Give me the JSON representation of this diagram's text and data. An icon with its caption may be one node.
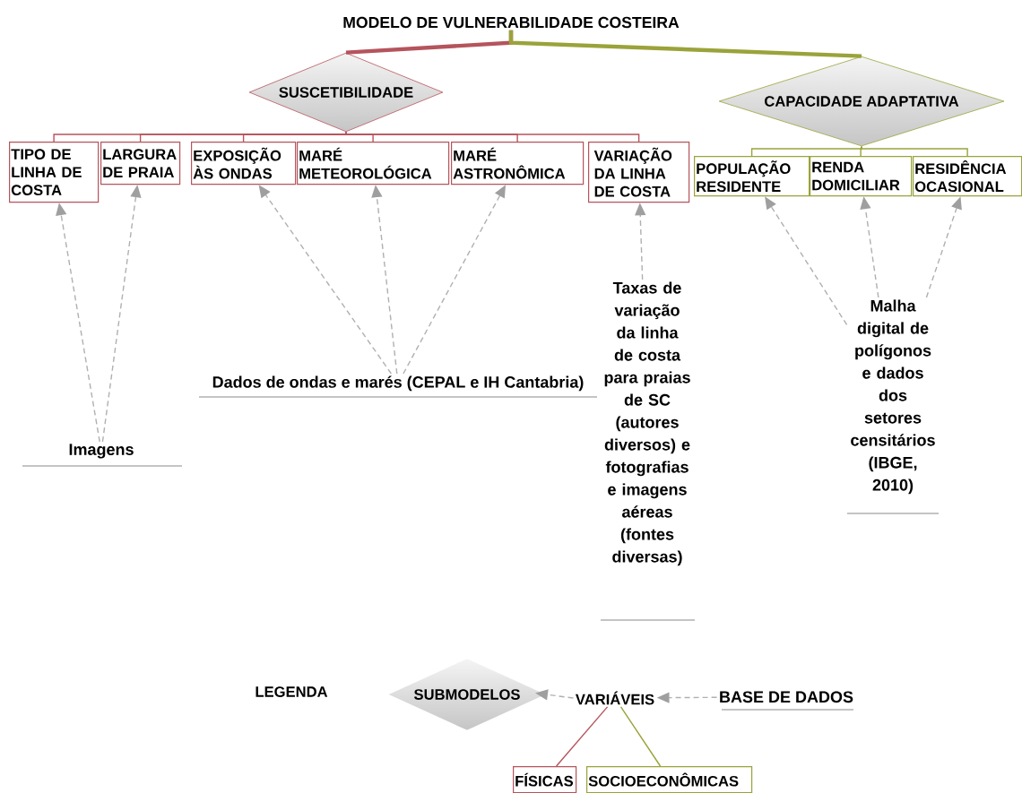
{
  "diagram": {
    "nodes": [
      {
        "text": [
          "MODELO DE VULNERABILIDADE COSTEIRA"
        ]
      },
      {
        "text": [
          "SUSCETIBILIDADE"
        ]
      },
      {
        "text": [
          "CAPACIDADE ADAPTATIVA"
        ]
      },
      {
        "text": [
          "TIPO DE LINHA DE COSTA"
        ]
      },
      {
        "text": [
          "LARGURA DE PRAIA"
        ]
      },
      {
        "text": [
          "EXPOSIÇÃO ÀS ONDAS"
        ]
      },
      {
        "text": [
          "MARÉ METEOROLÓGICA"
        ]
      },
      {
        "text": [
          "MARÉ ASTRONÔMICA"
        ]
      },
      {
        "text": [
          "VARIAÇÃO DA LINHA DE COSTA"
        ]
      },
      {
        "text": [
          "POPULAÇÃO RESIDENTE"
        ]
      },
      {
        "text": [
          "RENDA DOMICILIAR"
        ]
      },
      {
        "text": [
          "RESIDÊNCIA OCASIONAL"
        ]
      },
      {
        "text": [
          "Imagens"
        ]
      },
      {
        "text": [
          "Dados de ondas e marés (CEPAL e IH Cantabria)"
        ]
      },
      {
        "text": [
          "Taxas de variação da linha de costa para praias de SC (autores diversos) e fotografias e imagens aéreas (fontes diversas)"
        ]
      },
      {
        "text": [
          "Malha digital de polígonos e dados dos setores censitários (IBGE, 2010)"
        ]
      },
      {
        "text": [
          "SUBMODELOS"
        ]
      },
      {
        "text": [
          "VARIÁVEIS"
        ]
      },
      {
        "text": [
          "BASE DE DADOS"
        ]
      },
      {
        "text": [
          "FÍSICAS"
        ]
      },
      {
        "text": [
          "SOCIOECONÔMICAS"
        ]
      }
    ],
    "edges": [
      {
        "from": 0,
        "to": 1,
        "arrow": "none",
        "style": "thick",
        "color": "#b5545c"
      },
      {
        "from": 0,
        "to": 2,
        "arrow": "none",
        "style": "thick",
        "color": "#9aa33a"
      },
      {
        "from": 1,
        "to": 3,
        "arrow": "none",
        "color": "#b5545c"
      },
      {
        "from": 1,
        "to": 4,
        "arrow": "none",
        "color": "#b5545c"
      },
      {
        "from": 1,
        "to": 5,
        "arrow": "none",
        "color": "#b5545c"
      },
      {
        "from": 1,
        "to": 6,
        "arrow": "none",
        "color": "#b5545c"
      },
      {
        "from": 1,
        "to": 7,
        "arrow": "none",
        "color": "#b5545c"
      },
      {
        "from": 1,
        "to": 8,
        "arrow": "none",
        "color": "#b5545c"
      },
      {
        "from": 2,
        "to": 9,
        "arrow": "none",
        "color": "#9aa33a"
      },
      {
        "from": 2,
        "to": 10,
        "arrow": "none",
        "color": "#9aa33a"
      },
      {
        "from": 2,
        "to": 11,
        "arrow": "none",
        "color": "#9aa33a"
      },
      {
        "from": 12,
        "to": 3,
        "arrow": "to",
        "style": "dashed"
      },
      {
        "from": 12,
        "to": 4,
        "arrow": "to",
        "style": "dashed"
      },
      {
        "from": 13,
        "to": 5,
        "arrow": "to",
        "style": "dashed"
      },
      {
        "from": 13,
        "to": 6,
        "arrow": "to",
        "style": "dashed"
      },
      {
        "from": 13,
        "to": 7,
        "arrow": "to",
        "style": "dashed"
      },
      {
        "from": 14,
        "to": 8,
        "arrow": "to",
        "style": "dashed"
      },
      {
        "from": 15,
        "to": 9,
        "arrow": "to",
        "style": "dashed"
      },
      {
        "from": 15,
        "to": 10,
        "arrow": "to",
        "style": "dashed"
      },
      {
        "from": 15,
        "to": 11,
        "arrow": "to",
        "style": "dashed"
      },
      {
        "from": 17,
        "to": 16,
        "arrow": "to",
        "style": "dashed"
      },
      {
        "from": 18,
        "to": 17,
        "arrow": "to",
        "style": "dashed"
      },
      {
        "from": 17,
        "to": 19,
        "arrow": "none",
        "color": "#b5545c"
      },
      {
        "from": 17,
        "to": 20,
        "arrow": "none",
        "color": "#9aa33a"
      }
    ],
    "labels": [
      "LEGENDA"
    ]
  }
}
